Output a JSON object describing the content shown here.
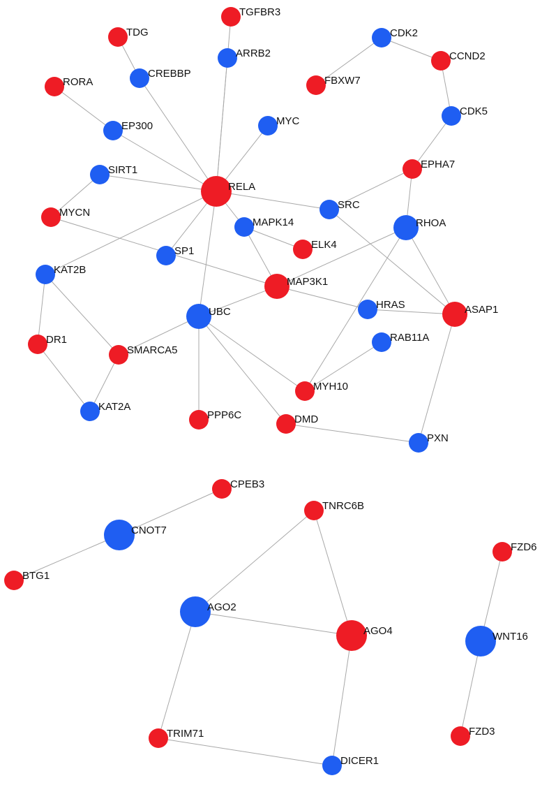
{
  "colors": {
    "red": "#ee1c25",
    "blue": "#1f5ef2",
    "edge": "#a8a8a8"
  },
  "nodes": [
    {
      "id": "TGFBR3",
      "color": "red",
      "size": "small"
    },
    {
      "id": "TDG",
      "color": "red",
      "size": "small"
    },
    {
      "id": "ARRB2",
      "color": "blue",
      "size": "small"
    },
    {
      "id": "CDK2",
      "color": "blue",
      "size": "small"
    },
    {
      "id": "CCND2",
      "color": "red",
      "size": "small"
    },
    {
      "id": "CREBBP",
      "color": "blue",
      "size": "small"
    },
    {
      "id": "RORA",
      "color": "red",
      "size": "small"
    },
    {
      "id": "FBXW7",
      "color": "red",
      "size": "small"
    },
    {
      "id": "EP300",
      "color": "blue",
      "size": "small"
    },
    {
      "id": "MYC",
      "color": "blue",
      "size": "small"
    },
    {
      "id": "CDK5",
      "color": "blue",
      "size": "small"
    },
    {
      "id": "SIRT1",
      "color": "blue",
      "size": "small"
    },
    {
      "id": "EPHA7",
      "color": "red",
      "size": "small"
    },
    {
      "id": "RELA",
      "color": "red",
      "size": "large"
    },
    {
      "id": "MYCN",
      "color": "red",
      "size": "small"
    },
    {
      "id": "SRC",
      "color": "blue",
      "size": "small"
    },
    {
      "id": "MAPK14",
      "color": "blue",
      "size": "small"
    },
    {
      "id": "RHOA",
      "color": "blue",
      "size": "medium"
    },
    {
      "id": "SP1",
      "color": "blue",
      "size": "small"
    },
    {
      "id": "ELK4",
      "color": "red",
      "size": "small"
    },
    {
      "id": "KAT2B",
      "color": "blue",
      "size": "small"
    },
    {
      "id": "MAP3K1",
      "color": "red",
      "size": "medium"
    },
    {
      "id": "UBC",
      "color": "blue",
      "size": "medium"
    },
    {
      "id": "HRAS",
      "color": "blue",
      "size": "small"
    },
    {
      "id": "ASAP1",
      "color": "red",
      "size": "medium"
    },
    {
      "id": "DR1",
      "color": "red",
      "size": "small"
    },
    {
      "id": "SMARCA5",
      "color": "red",
      "size": "small"
    },
    {
      "id": "RAB11A",
      "color": "blue",
      "size": "small"
    },
    {
      "id": "MYH10",
      "color": "red",
      "size": "small"
    },
    {
      "id": "KAT2A",
      "color": "blue",
      "size": "small"
    },
    {
      "id": "PPP6C",
      "color": "red",
      "size": "small"
    },
    {
      "id": "DMD",
      "color": "red",
      "size": "small"
    },
    {
      "id": "PXN",
      "color": "blue",
      "size": "small"
    },
    {
      "id": "CPEB3",
      "color": "red",
      "size": "small"
    },
    {
      "id": "TNRC6B",
      "color": "red",
      "size": "small"
    },
    {
      "id": "CNOT7",
      "color": "blue",
      "size": "large"
    },
    {
      "id": "FZD6",
      "color": "red",
      "size": "small"
    },
    {
      "id": "BTG1",
      "color": "red",
      "size": "small"
    },
    {
      "id": "AGO2",
      "color": "blue",
      "size": "large"
    },
    {
      "id": "AGO4",
      "color": "red",
      "size": "large"
    },
    {
      "id": "WNT16",
      "color": "blue",
      "size": "large"
    },
    {
      "id": "TRIM71",
      "color": "red",
      "size": "small"
    },
    {
      "id": "FZD3",
      "color": "red",
      "size": "small"
    },
    {
      "id": "DICER1",
      "color": "blue",
      "size": "small"
    }
  ],
  "edges": [
    [
      "RELA",
      "TGFBR3"
    ],
    [
      "RELA",
      "ARRB2"
    ],
    [
      "RELA",
      "CREBBP"
    ],
    [
      "CREBBP",
      "TDG"
    ],
    [
      "RELA",
      "EP300"
    ],
    [
      "EP300",
      "RORA"
    ],
    [
      "RELA",
      "MYC"
    ],
    [
      "RELA",
      "SIRT1"
    ],
    [
      "SIRT1",
      "MYCN"
    ],
    [
      "RELA",
      "SRC"
    ],
    [
      "RELA",
      "MAPK14"
    ],
    [
      "RELA",
      "SP1"
    ],
    [
      "RELA",
      "KAT2B"
    ],
    [
      "RELA",
      "UBC"
    ],
    [
      "CDK2",
      "FBXW7"
    ],
    [
      "CDK2",
      "CCND2"
    ],
    [
      "CCND2",
      "CDK5"
    ],
    [
      "CDK5",
      "EPHA7"
    ],
    [
      "EPHA7",
      "SRC"
    ],
    [
      "EPHA7",
      "RHOA"
    ],
    [
      "SRC",
      "ASAP1"
    ],
    [
      "RHOA",
      "MAP3K1"
    ],
    [
      "RHOA",
      "ASAP1"
    ],
    [
      "RHOA",
      "MYH10"
    ],
    [
      "MAPK14",
      "ELK4"
    ],
    [
      "MAPK14",
      "MAP3K1"
    ],
    [
      "MYCN",
      "MAP3K1"
    ],
    [
      "MAP3K1",
      "UBC"
    ],
    [
      "MAP3K1",
      "HRAS"
    ],
    [
      "HRAS",
      "ASAP1"
    ],
    [
      "ASAP1",
      "PXN"
    ],
    [
      "RAB11A",
      "MYH10"
    ],
    [
      "KAT2B",
      "DR1"
    ],
    [
      "KAT2B",
      "SMARCA5"
    ],
    [
      "DR1",
      "KAT2A"
    ],
    [
      "SMARCA5",
      "KAT2A"
    ],
    [
      "UBC",
      "SMARCA5"
    ],
    [
      "UBC",
      "PPP6C"
    ],
    [
      "UBC",
      "MYH10"
    ],
    [
      "UBC",
      "DMD"
    ],
    [
      "DMD",
      "PXN"
    ],
    [
      "CNOT7",
      "CPEB3"
    ],
    [
      "CNOT7",
      "BTG1"
    ],
    [
      "AGO2",
      "TNRC6B"
    ],
    [
      "TNRC6B",
      "AGO4"
    ],
    [
      "AGO2",
      "AGO4"
    ],
    [
      "AGO2",
      "TRIM71"
    ],
    [
      "AGO4",
      "DICER1"
    ],
    [
      "TRIM71",
      "DICER1"
    ],
    [
      "WNT16",
      "FZD6"
    ],
    [
      "WNT16",
      "FZD3"
    ]
  ]
}
